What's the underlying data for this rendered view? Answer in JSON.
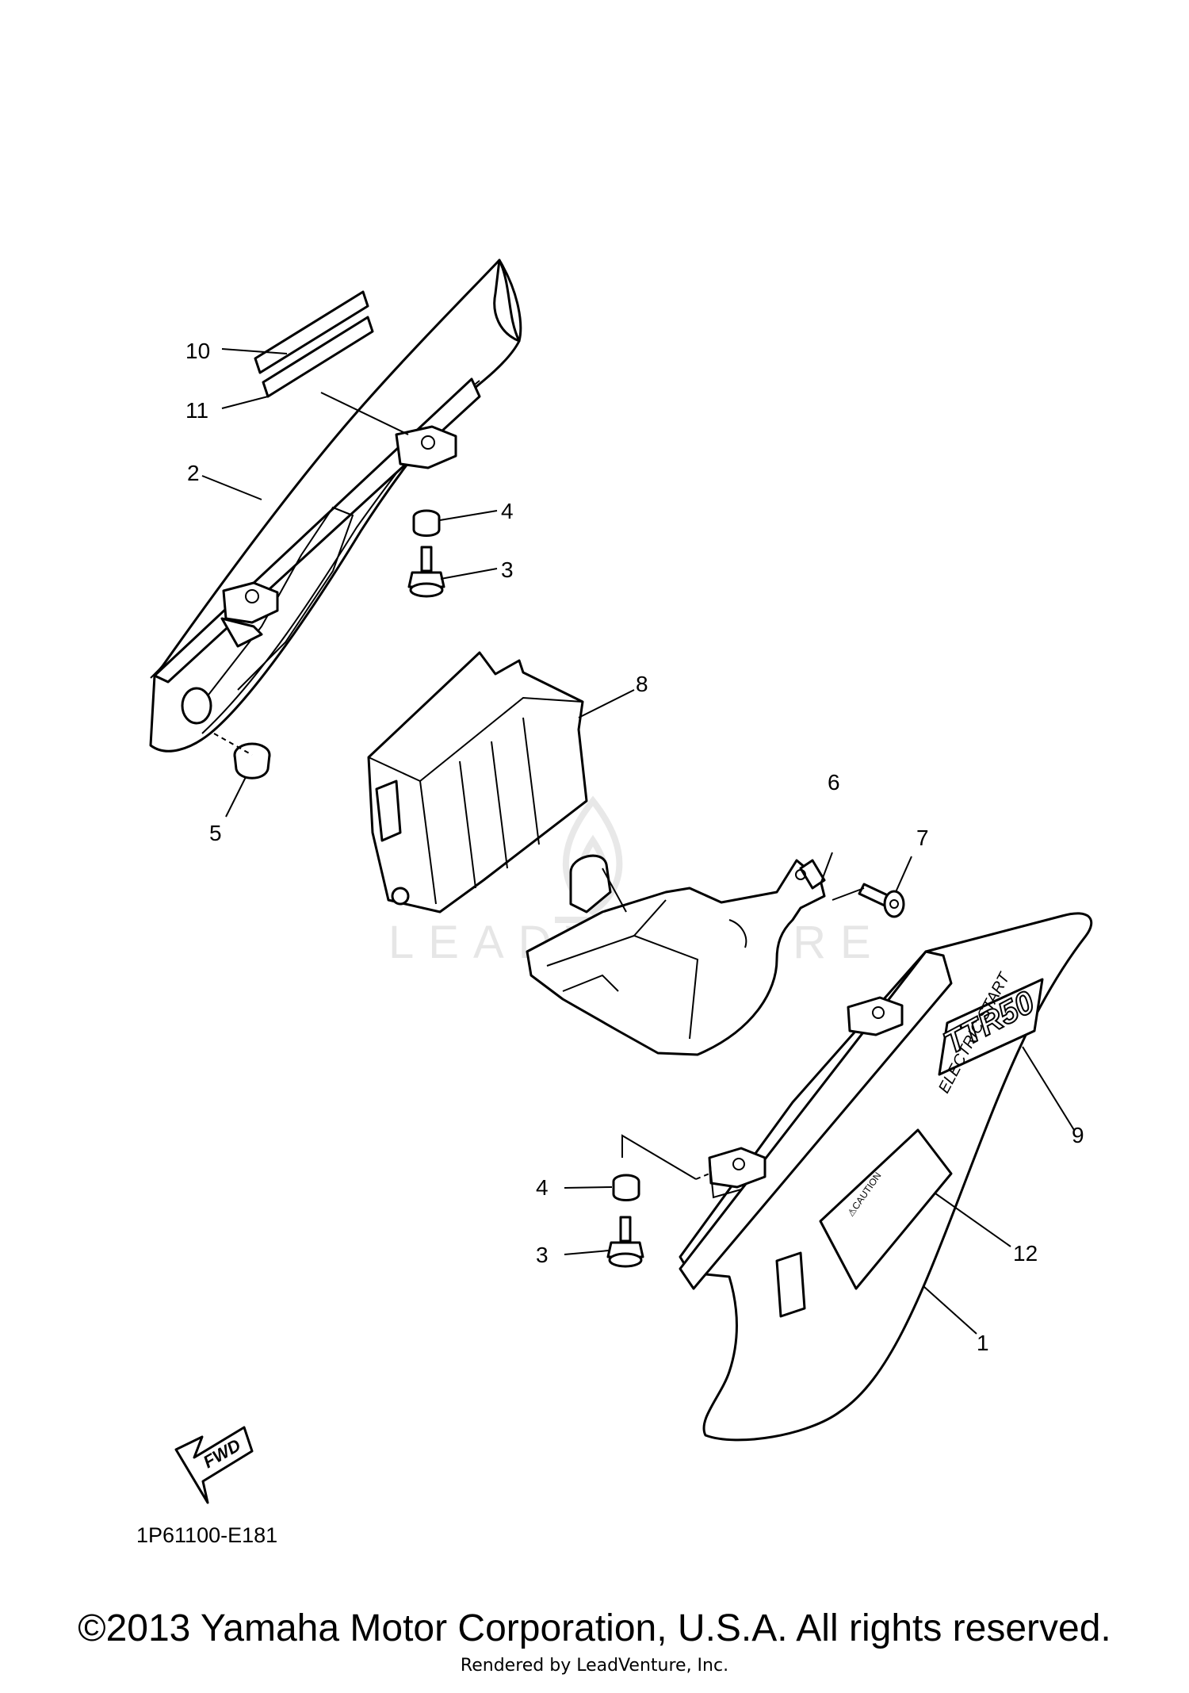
{
  "diagram": {
    "callouts": {
      "c10": "10",
      "c11": "11",
      "c2": "2",
      "c4a": "4",
      "c3a": "3",
      "c8": "8",
      "c5": "5",
      "c6": "6",
      "c7": "7",
      "c9": "9",
      "c4b": "4",
      "c3b": "3",
      "c12": "12",
      "c1": "1"
    },
    "decal_text": {
      "model": "TTR50",
      "subtitle": "ELECTRIC START",
      "caution": "⚠CAUTION"
    },
    "fwd_label": "FWD",
    "diagram_code": "1P61100-E181",
    "watermark": "LEADVENTURE"
  },
  "footer": {
    "copyright": "©2013 Yamaha Motor Corporation, U.S.A. All rights reserved.",
    "rendered_by": "Rendered by LeadVenture, Inc."
  }
}
